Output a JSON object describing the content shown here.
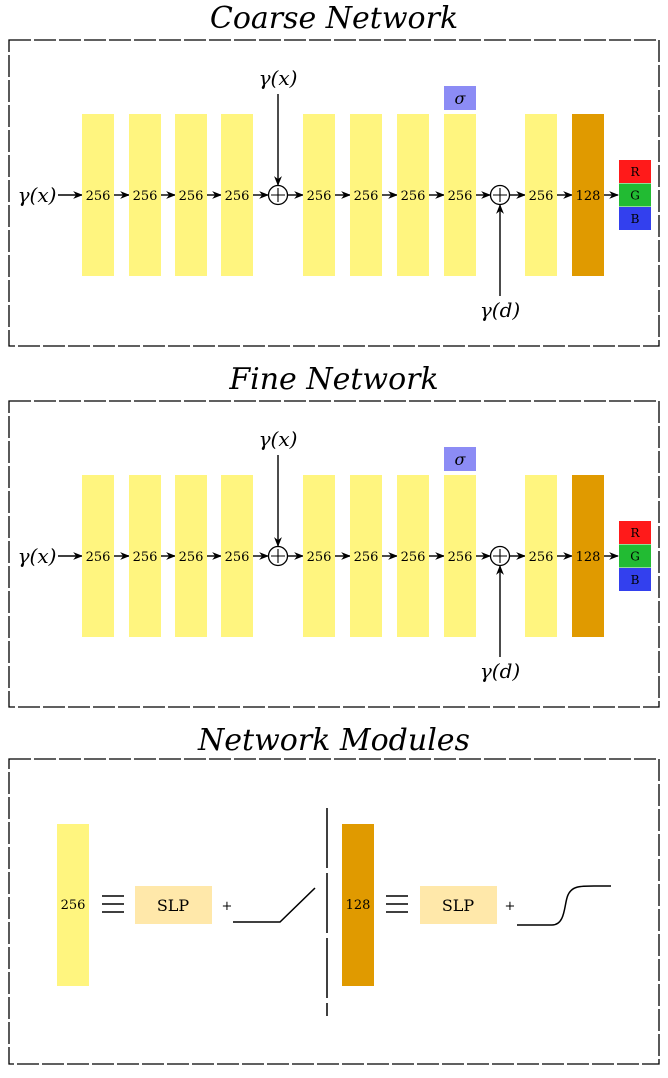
{
  "colors": {
    "layer256": "#fff57f",
    "layer128": "#e09a00",
    "sigma": "#8c8cf5",
    "slp": "#ffe8aa",
    "red": "#ff1a1a",
    "green": "#22bb33",
    "blue": "#3340ee"
  },
  "coarse": {
    "title": "Coarse Network",
    "input_label": "γ(x)",
    "skip_label": "γ(x)",
    "dir_label": "γ(d)",
    "sigma_label": "σ",
    "layers": [
      "256",
      "256",
      "256",
      "256",
      "256",
      "256",
      "256",
      "256",
      "256",
      "128"
    ],
    "outputs": [
      "R",
      "G",
      "B"
    ]
  },
  "fine": {
    "title": "Fine Network",
    "input_label": "γ(x)",
    "skip_label": "γ(x)",
    "dir_label": "γ(d)",
    "sigma_label": "σ",
    "layers": [
      "256",
      "256",
      "256",
      "256",
      "256",
      "256",
      "256",
      "256",
      "256",
      "128"
    ],
    "outputs": [
      "R",
      "G",
      "B"
    ]
  },
  "modules": {
    "title": "Network Modules",
    "left_layer": "256",
    "left_slp": "SLP",
    "left_plus": "+",
    "right_layer": "128",
    "right_slp": "SLP",
    "right_plus": "+"
  }
}
